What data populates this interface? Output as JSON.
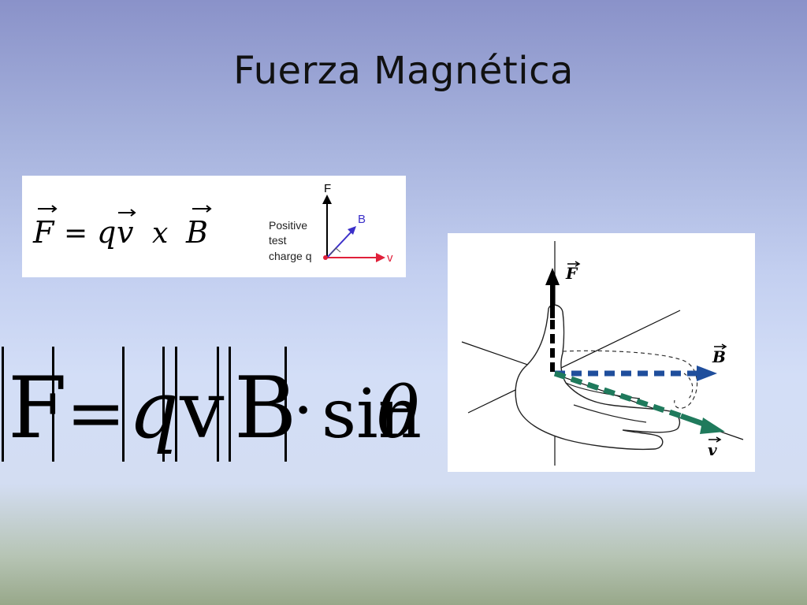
{
  "slide": {
    "title": "Fuerza Magnética"
  },
  "vector_formula": {
    "F": "F",
    "equals": "=",
    "q": "q",
    "v": "v",
    "x": "x",
    "B": "B"
  },
  "charge_diagram": {
    "label_F": "F",
    "label_B": "B",
    "label_v": "v",
    "label_positive": "Positive",
    "label_test": "test",
    "label_charge": "charge q",
    "color_F": "#000000",
    "color_B": "#3b2fc9",
    "color_v": "#e0203a",
    "color_charge": "#e0203a"
  },
  "magnitude_formula": {
    "F": "F",
    "equals": "=",
    "q": "q",
    "v": "v",
    "B": "B",
    "dot": "·",
    "sin": "sin",
    "theta": "θ"
  },
  "hand_diagram": {
    "label_F": "F",
    "label_B": "B",
    "label_v": "v",
    "color_B": "#1f4e9c",
    "color_v": "#1f7a5c",
    "color_F": "#000000"
  }
}
